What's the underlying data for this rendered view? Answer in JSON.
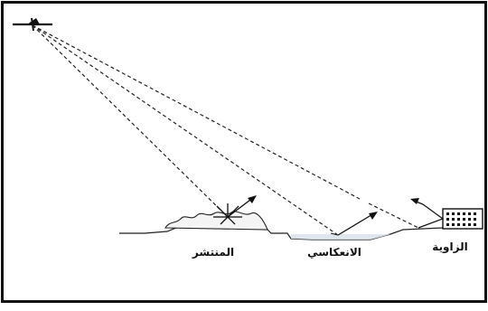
{
  "labels": {
    "scatter": "المنتشر",
    "reflect": "الانعكاسي",
    "corner": "الزاوية"
  },
  "colors": {
    "frame": "#111111",
    "ink": "#222222",
    "water": "#d9e2ea"
  },
  "icons": {
    "platform": "airplane-icon",
    "building": "building-icon"
  }
}
